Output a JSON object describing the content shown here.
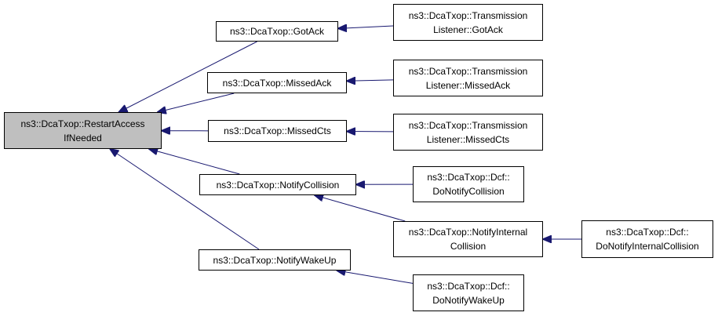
{
  "colors": {
    "edge": "#191970",
    "root_fill": "#bfbfbf",
    "node_fill": "#ffffff",
    "border": "#000000"
  },
  "nodes": {
    "root": {
      "lines": [
        "ns3::DcaTxop::RestartAccess",
        "IfNeeded"
      ]
    },
    "gotack": {
      "lines": [
        "ns3::DcaTxop::GotAck"
      ]
    },
    "missedack": {
      "lines": [
        "ns3::DcaTxop::MissedAck"
      ]
    },
    "missedcts": {
      "lines": [
        "ns3::DcaTxop::MissedCts"
      ]
    },
    "notifycollision": {
      "lines": [
        "ns3::DcaTxop::NotifyCollision"
      ]
    },
    "notifywakeup": {
      "lines": [
        "ns3::DcaTxop::NotifyWakeUp"
      ]
    },
    "tl_gotack": {
      "lines": [
        "ns3::DcaTxop::Transmission",
        "Listener::GotAck"
      ]
    },
    "tl_missedack": {
      "lines": [
        "ns3::DcaTxop::Transmission",
        "Listener::MissedAck"
      ]
    },
    "tl_missedcts": {
      "lines": [
        "ns3::DcaTxop::Transmission",
        "Listener::MissedCts"
      ]
    },
    "dcf_notifycollision": {
      "lines": [
        "ns3::DcaTxop::Dcf::",
        "DoNotifyCollision"
      ]
    },
    "notifyinternalcollision": {
      "lines": [
        "ns3::DcaTxop::NotifyInternal",
        "Collision"
      ]
    },
    "dcf_notifywakeup": {
      "lines": [
        "ns3::DcaTxop::Dcf::",
        "DoNotifyWakeUp"
      ]
    },
    "dcf_notifyinternalcollision": {
      "lines": [
        "ns3::DcaTxop::Dcf::",
        "DoNotifyInternalCollision"
      ]
    }
  },
  "edges": [
    {
      "from": "gotack",
      "to": "root"
    },
    {
      "from": "missedack",
      "to": "root"
    },
    {
      "from": "missedcts",
      "to": "root"
    },
    {
      "from": "notifycollision",
      "to": "root"
    },
    {
      "from": "notifywakeup",
      "to": "root"
    },
    {
      "from": "tl_gotack",
      "to": "gotack"
    },
    {
      "from": "tl_missedack",
      "to": "missedack"
    },
    {
      "from": "tl_missedcts",
      "to": "missedcts"
    },
    {
      "from": "dcf_notifycollision",
      "to": "notifycollision"
    },
    {
      "from": "notifyinternalcollision",
      "to": "notifycollision"
    },
    {
      "from": "dcf_notifywakeup",
      "to": "notifywakeup"
    },
    {
      "from": "dcf_notifyinternalcollision",
      "to": "notifyinternalcollision"
    }
  ]
}
